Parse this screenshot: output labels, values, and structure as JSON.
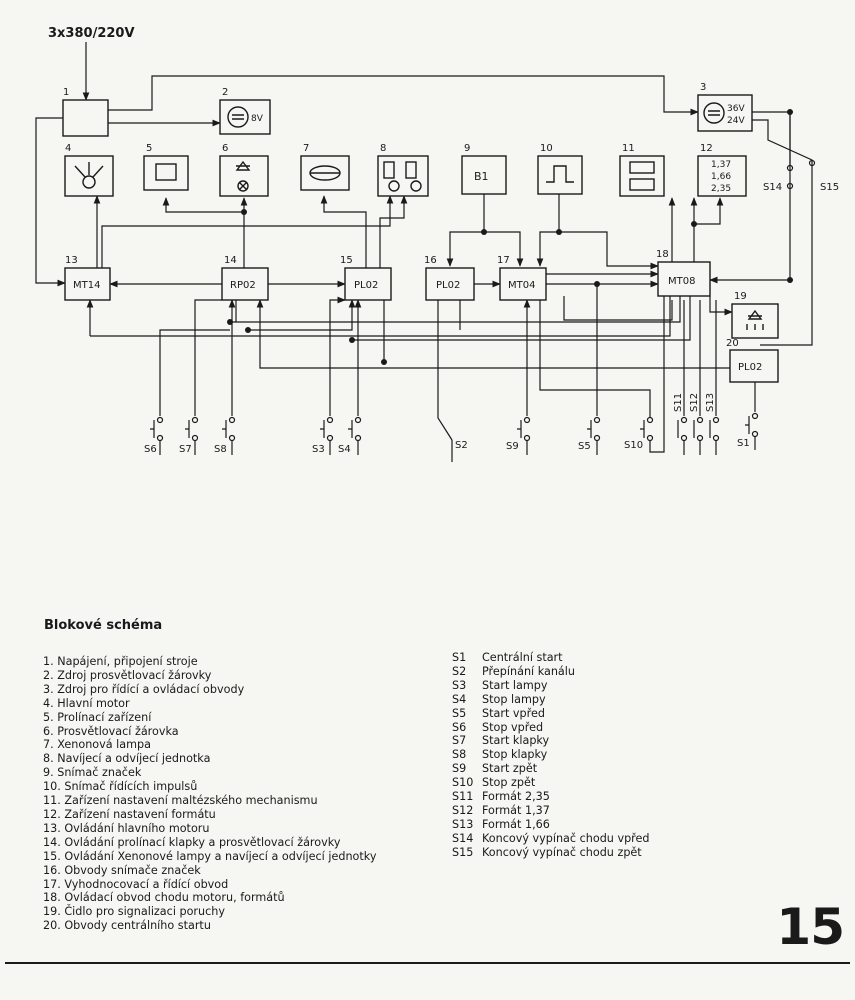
{
  "supply_label": "3x380/220V",
  "blocks": [
    {
      "id": "b1",
      "number": "1"
    },
    {
      "id": "b2",
      "number": "2",
      "text": "8V"
    },
    {
      "id": "b3",
      "number": "3",
      "text": "36V",
      "text2": "24V"
    },
    {
      "id": "b4",
      "number": "4"
    },
    {
      "id": "b5",
      "number": "5"
    },
    {
      "id": "b6",
      "number": "6"
    },
    {
      "id": "b7",
      "number": "7"
    },
    {
      "id": "b8",
      "number": "8"
    },
    {
      "id": "b9",
      "number": "9",
      "text": "B1"
    },
    {
      "id": "b10",
      "number": "10"
    },
    {
      "id": "b11",
      "number": "11"
    },
    {
      "id": "b12",
      "number": "12",
      "lines": [
        "1,37",
        "1,66",
        "2,35"
      ]
    },
    {
      "id": "b13",
      "number": "13",
      "text": "MT14"
    },
    {
      "id": "b14",
      "number": "14",
      "text": "RP02"
    },
    {
      "id": "b15",
      "number": "15",
      "text": "PL02"
    },
    {
      "id": "b16",
      "number": "16",
      "text": "PL02"
    },
    {
      "id": "b17",
      "number": "17",
      "text": "MT04"
    },
    {
      "id": "b18",
      "number": "18",
      "text": "MT08"
    },
    {
      "id": "b19",
      "number": "19"
    },
    {
      "id": "b20",
      "number": "20",
      "text": "PL02"
    }
  ],
  "switches": [
    "S1",
    "S2",
    "S3",
    "S4",
    "S5",
    "S6",
    "S7",
    "S8",
    "S9",
    "S10",
    "S11",
    "S12",
    "S13",
    "S14",
    "S15"
  ],
  "caption": {
    "title": "Blokové schéma",
    "items": [
      "1. Napájení, připojení stroje",
      "2. Zdroj prosvětlovací žárovky",
      "3. Zdroj pro řídící a ovládací obvody",
      "4. Hlavní motor",
      "5. Prolínací zařízení",
      "6. Prosvětlovací žárovka",
      "7. Xenonová lampa",
      "8. Navíjecí a odvíjecí jednotka",
      "9. Snímač značek",
      "10. Snímač řídících impulsů",
      "11. Zařízení nastavení maltézského mechanismu",
      "12. Zařízení nastavení formátu",
      "13. Ovládání hlavního motoru",
      "14. Ovládání prolínací klapky a prosvětlovací žárovky",
      "15. Ovládání Xenonové lampy a navíjecí a odvíjecí jednotky",
      "16. Obvody snímače značek",
      "17. Vyhodnocovací a řídící obvod",
      "18. Ovládací obvod chodu motoru, formátů",
      "19. Čidlo pro signalizaci poruchy",
      "20. Obvody centrálního startu"
    ],
    "switch_items": [
      {
        "code": "S1",
        "text": "Centrální start"
      },
      {
        "code": "S2",
        "text": "Přepínání kanálu"
      },
      {
        "code": "S3",
        "text": "Start lampy"
      },
      {
        "code": "S4",
        "text": "Stop lampy"
      },
      {
        "code": "S5",
        "text": "Start vpřed"
      },
      {
        "code": "S6",
        "text": "Stop vpřed"
      },
      {
        "code": "S7",
        "text": "Start klapky"
      },
      {
        "code": "S8",
        "text": "Stop klapky"
      },
      {
        "code": "S9",
        "text": "Start zpět"
      },
      {
        "code": "S10",
        "text": "Stop zpět"
      },
      {
        "code": "S11",
        "text": "Formát 2,35"
      },
      {
        "code": "S12",
        "text": "Formát 1,37"
      },
      {
        "code": "S13",
        "text": "Formát 1,66"
      },
      {
        "code": "S14",
        "text": "Koncový vypínač chodu vpřed"
      },
      {
        "code": "S15",
        "text": "Koncový vypínač chodu zpět"
      }
    ]
  },
  "page_number": "15"
}
